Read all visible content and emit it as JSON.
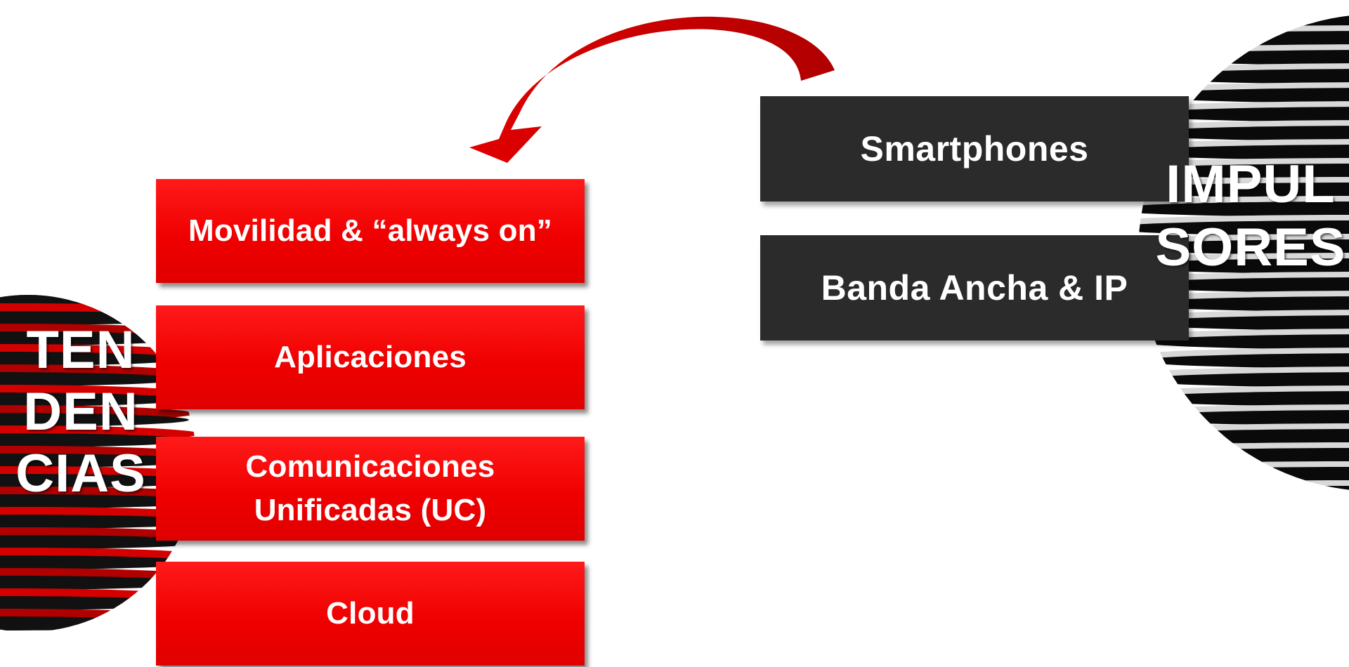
{
  "tendencias": {
    "label_lines": [
      "TEN",
      "DEN",
      "CIAS"
    ],
    "items": [
      {
        "text": "Movilidad & “always on”"
      },
      {
        "text": "Aplicaciones"
      },
      {
        "text": "Comunicaciones Unificadas (UC)"
      },
      {
        "text": "Cloud"
      }
    ]
  },
  "impulsores": {
    "label_lines": [
      "IMPUL",
      "SORES"
    ],
    "items": [
      {
        "text": "Smartphones"
      },
      {
        "text": "Banda Ancha & IP"
      }
    ]
  },
  "colors": {
    "red": "#f00000",
    "dark": "#2b2b2b",
    "arrow": "#cc0000"
  }
}
